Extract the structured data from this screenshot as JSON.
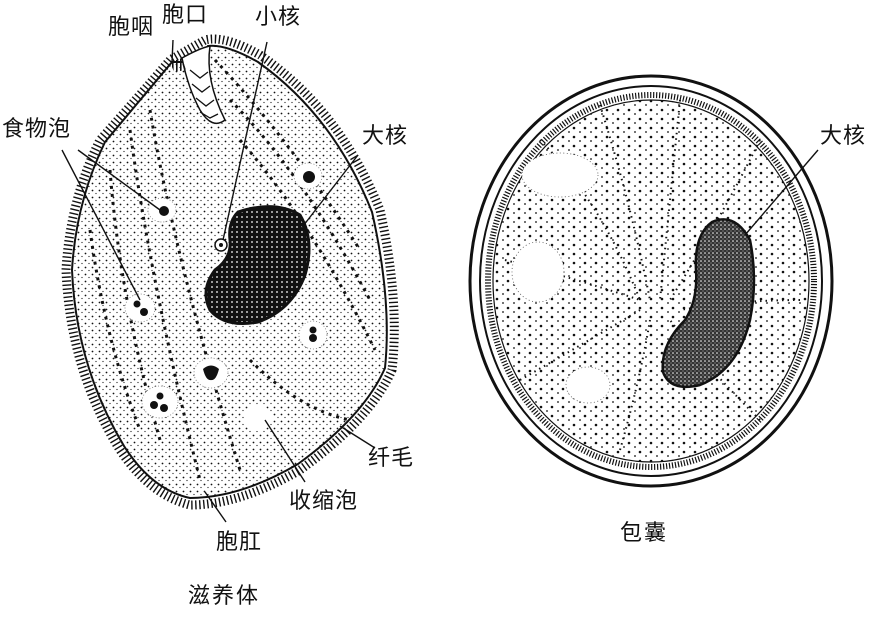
{
  "trophozoite": {
    "caption": "滋养体",
    "labels": {
      "cytopharynx": "胞咽",
      "cytostome": "胞口",
      "micronucleus": "小核",
      "food_vacuole": "食物泡",
      "macronucleus": "大核",
      "cilia": "纤毛",
      "contractile_vacuole": "收缩泡",
      "cytopyge": "胞肛"
    }
  },
  "cyst": {
    "caption": "包囊",
    "labels": {
      "macronucleus": "大核"
    }
  },
  "colors": {
    "ink": "#111111",
    "background": "#ffffff"
  }
}
